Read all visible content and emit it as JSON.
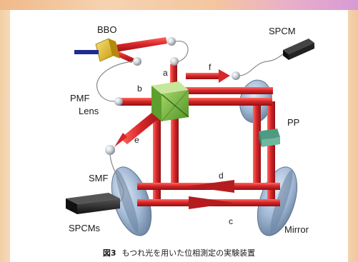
{
  "colors": {
    "beam": "#d8262a",
    "beam_dark": "#9c1518",
    "mirror": "#8fa9c9",
    "crystal": "#e8c21c",
    "cube": "#6fb53a",
    "plate": "#6fb8a0",
    "detector": "#2a2a2a"
  },
  "labels": {
    "bbo": "BBO",
    "spcm": "SPCM",
    "pmf": "PMF",
    "lens": "Lens",
    "pp": "PP",
    "smf": "SMF",
    "spcms": "SPCMs",
    "mirror": "Mirror",
    "a": "a",
    "b": "b",
    "c": "c",
    "d": "d",
    "e": "e",
    "f": "f"
  },
  "caption": {
    "number": "図3",
    "text": "もつれ光を用いた位相測定の実験装置"
  }
}
